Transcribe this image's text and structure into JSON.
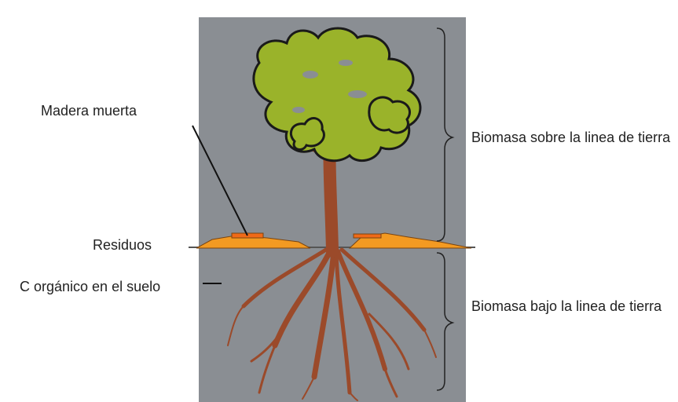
{
  "labels": {
    "dead_wood": "Madera muerta",
    "litter": "Residuos",
    "soil_carbon": "C orgánico en el suelo",
    "above_ground": "Biomasa sobre la linea de tierra",
    "below_ground": "Biomasa bajo la linea de tierra"
  },
  "colors": {
    "panel": "#8a8e93",
    "trunk": "#a0522d",
    "leaves": "#9ab32a",
    "litter": "#f39a22"
  }
}
